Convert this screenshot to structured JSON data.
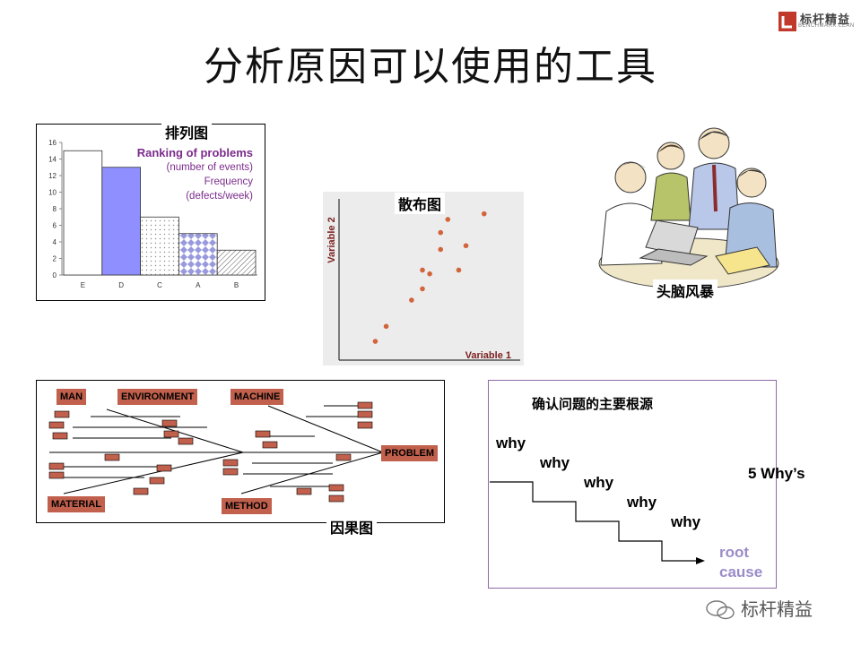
{
  "slide": {
    "title": "分析原因可以使用的工具",
    "logo_text": "标杆精益",
    "logo_sub": "BENCHMARK LEAN",
    "watermark": "标杆精益"
  },
  "pareto": {
    "label": "排列图",
    "legend_title": "Ranking of problems",
    "legend_line1": "(number of events)",
    "legend_line2": "Frequency",
    "legend_line3": "(defects/week)",
    "chart_data": {
      "type": "bar",
      "categories": [
        "E",
        "D",
        "C",
        "A",
        "B"
      ],
      "values": [
        15,
        13,
        7,
        5,
        3
      ],
      "ylim": [
        0,
        16
      ],
      "yticks": [
        0,
        2,
        4,
        6,
        8,
        10,
        12,
        14,
        16
      ],
      "colors": [
        "#ffffff",
        "#8f8fff",
        "#ffffff",
        "#9999dd",
        "#ffffff"
      ],
      "patterns": [
        "none",
        "none",
        "dots",
        "checker",
        "hatch"
      ]
    }
  },
  "scatter": {
    "label": "散布图",
    "xlabel": "Variable 1",
    "ylabel": "Variable 2",
    "chart_data": {
      "type": "scatter",
      "x": [
        1.0,
        1.3,
        2.0,
        2.3,
        2.3,
        2.5,
        2.8,
        2.8,
        3.0,
        3.3,
        3.5,
        4.0
      ],
      "y": [
        1.0,
        1.8,
        3.2,
        3.8,
        4.8,
        4.6,
        5.9,
        6.8,
        7.5,
        4.8,
        6.1,
        7.8
      ],
      "xlim": [
        0,
        4.5
      ],
      "ylim": [
        0,
        8.5
      ],
      "color": "#d2643c"
    }
  },
  "brainstorm": {
    "label": "头脑风暴"
  },
  "fishbone": {
    "label": "因果图",
    "tags": {
      "man": "MAN",
      "environment": "ENVIRONMENT",
      "machine": "MACHINE",
      "problem": "PROBLEM",
      "material": "MATERIAL",
      "method": "METHOD"
    },
    "tag_color": "#c1604c"
  },
  "five_whys": {
    "title": "确认问题的主要根源",
    "why": [
      "why",
      "why",
      "why",
      "why",
      "why"
    ],
    "label": "5 Why’s",
    "root": [
      "root",
      "cause"
    ],
    "root_color": "#9b8cc8",
    "border_color": "#8c6aa6"
  }
}
